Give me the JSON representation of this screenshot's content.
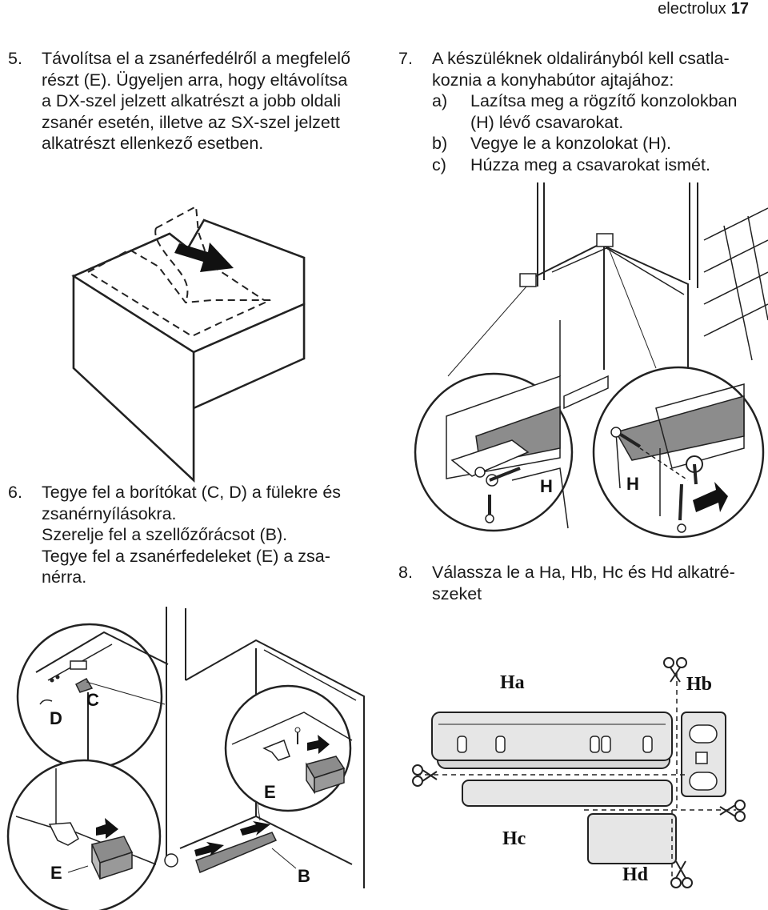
{
  "header": {
    "brand": "electrolux",
    "page_number": "17"
  },
  "step5": {
    "number": "5.",
    "lines": [
      "Távolítsa el a zsanérfedélről a megfelelő",
      "részt (E). Ügyeljen arra, hogy eltávolítsa",
      "a DX-szel jelzett alkatrészt a jobb oldali",
      "zsanér esetén, illetve az SX-szel jelzett",
      "alkatrészt ellenkező esetben."
    ]
  },
  "step7": {
    "number": "7.",
    "intro_lines": [
      "A készüléknek oldalirányból kell csatla-",
      "koznia a konyhabútor ajtajához:"
    ],
    "items": [
      {
        "label": "a)",
        "lines": [
          "Lazítsa meg a rögzítő konzolokban",
          "(H) lévő csavarokat."
        ]
      },
      {
        "label": "b)",
        "lines": [
          "Vegye le a konzolokat (H)."
        ]
      },
      {
        "label": "c)",
        "lines": [
          "Húzza meg a csavarokat ismét."
        ]
      }
    ]
  },
  "step6": {
    "number": "6.",
    "lines": [
      "Tegye fel a borítókat (C, D) a fülekre és",
      "zsanérnyílásokra.",
      "Szerelje fel a szellőzőrácsot (B).",
      "Tegye fel a zsanérfedeleket (E) a zsa-",
      "nérra."
    ]
  },
  "step8": {
    "number": "8.",
    "lines": [
      "Válassza le a Ha, Hb, Hc és Hd alkatré-",
      "szeket"
    ]
  },
  "figure_labels": {
    "h_left": "H",
    "h_right": "H",
    "c": "C",
    "d": "D",
    "e_top": "E",
    "e_bottom": "E",
    "b": "B",
    "ha": "Ha",
    "hb": "Hb",
    "hc": "Hc",
    "hd": "Hd"
  }
}
